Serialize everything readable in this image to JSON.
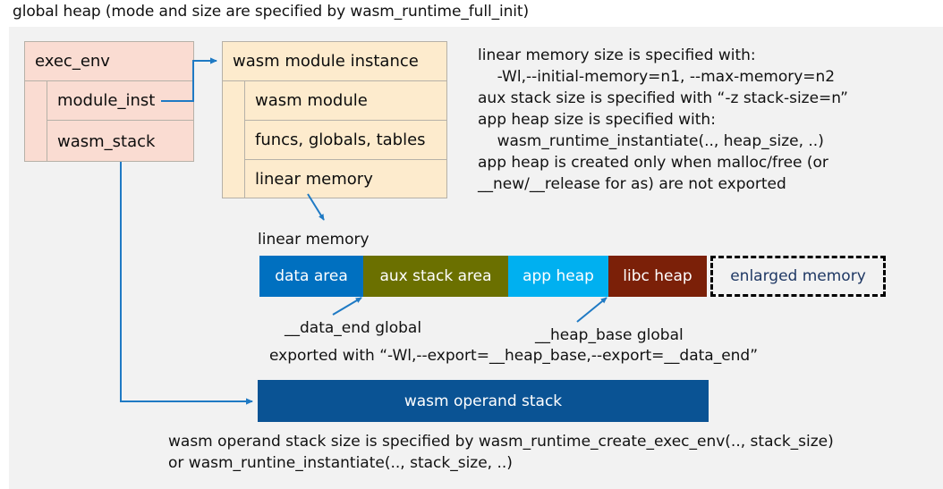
{
  "title": "global heap (mode and size are specified by wasm_runtime_full_init)",
  "colors": {
    "canvas_bg": "#f2f2f2",
    "exec_env_fill": "#fadcd2",
    "module_instance_fill": "#fdebcd",
    "box_border": "#b6b1a8",
    "arrow": "#1f7ac4",
    "data_area": "#0070c0",
    "aux_stack_area": "#6b7000",
    "app_heap": "#00b0f0",
    "libc_heap": "#7b2008",
    "enlarged_memory_text": "#1f3864",
    "operand_stack": "#0a5394"
  },
  "exec_env": {
    "header": "exec_env",
    "fields": [
      "module_inst",
      "wasm_stack"
    ]
  },
  "module_instance": {
    "header": "wasm module instance",
    "fields": [
      "wasm module",
      "funcs, globals, tables",
      "linear memory"
    ]
  },
  "notes_right": "linear memory size is specified with:\n    -Wl,--initial-memory=n1, --max-memory=n2\naux stack size is specified with “-z stack-size=n”\napp heap size is specified with:\n    wasm_runtime_instantiate(.., heap_size, ..)\napp heap is created only when malloc/free (or\n__new/__release for as) are not exported",
  "linear_memory": {
    "caption": "linear memory",
    "segments": [
      {
        "label": "data area",
        "color": "#0070c0",
        "width": 116
      },
      {
        "label": "aux stack area",
        "color": "#6b7000",
        "width": 162
      },
      {
        "label": "app heap",
        "color": "#00b0f0",
        "width": 112
      },
      {
        "label": "libc heap",
        "color": "#7b2008",
        "width": 110
      },
      {
        "label": "enlarged memory",
        "color": "#f2f2f2",
        "width": 196
      }
    ]
  },
  "annotations": {
    "data_end": "__data_end global",
    "heap_base": "__heap_base global",
    "exported": "exported with “-Wl,--export=__heap_base,--export=__data_end”"
  },
  "operand_stack": {
    "label": "wasm operand stack"
  },
  "notes_bottom": "wasm operand stack size is specified by wasm_runtime_create_exec_env(.., stack_size)\nor wasm_runtine_instantiate(.., stack_size, ..)"
}
